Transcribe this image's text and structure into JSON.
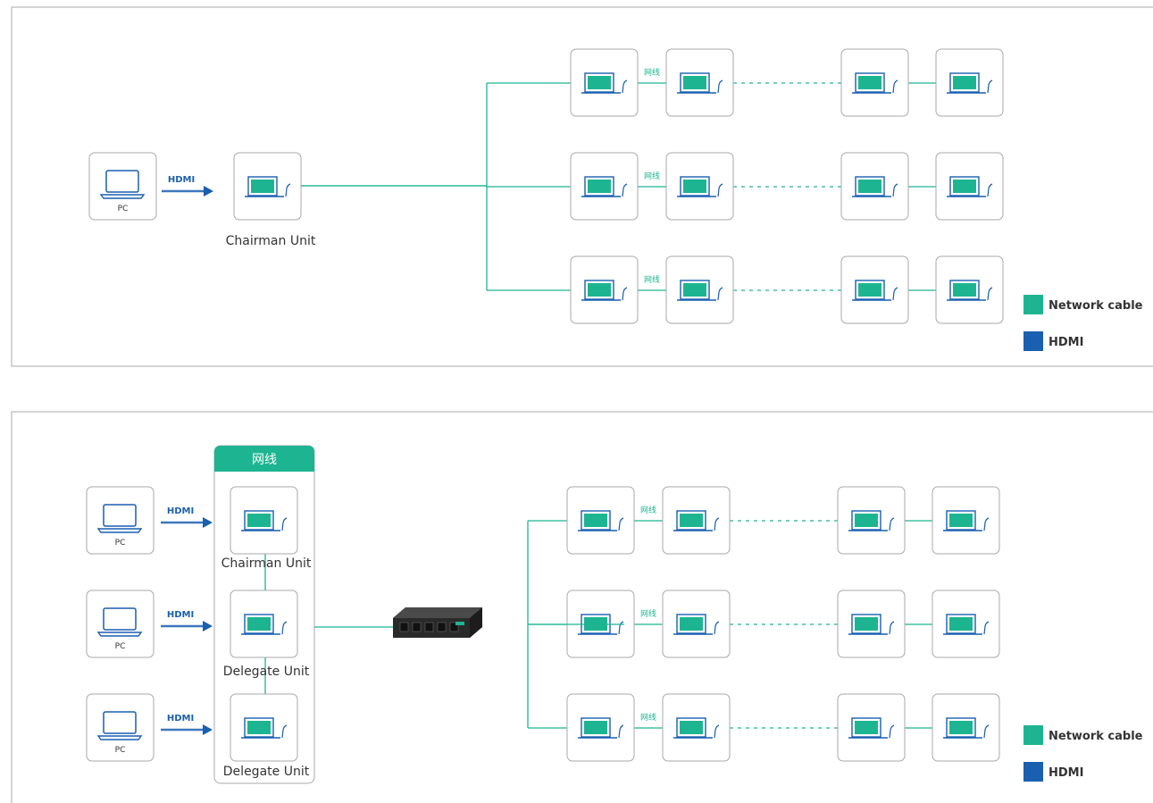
{
  "colors": {
    "network": "#1db591",
    "hdmi": "#1a5fb0",
    "panel_border": "#aaaaaa",
    "box_border": "#a8a8a8",
    "text": "#333333"
  },
  "labels": {
    "hdmi": "HDMI",
    "pc": "PC",
    "network_cn": "网线",
    "chairman": "Chairman Unit",
    "delegate": "Delegate Unit"
  },
  "legend": {
    "network": "Network cable",
    "hdmi": "HDMI"
  },
  "icons": {
    "pc": "laptop-icon",
    "unit": "conference-unit-icon",
    "switch": "network-switch-icon"
  },
  "panels": [
    {
      "name": "panel-single-chairman",
      "pcs": [
        "PC"
      ],
      "units": [
        "Chairman Unit"
      ],
      "has_switch": false,
      "rows": 3
    },
    {
      "name": "panel-switch-multi-pc",
      "pcs": [
        "PC",
        "PC",
        "PC"
      ],
      "units": [
        "Chairman Unit",
        "Delegate Unit",
        "Delegate Unit"
      ],
      "group_header": "网线",
      "has_switch": true,
      "rows": 3
    }
  ]
}
